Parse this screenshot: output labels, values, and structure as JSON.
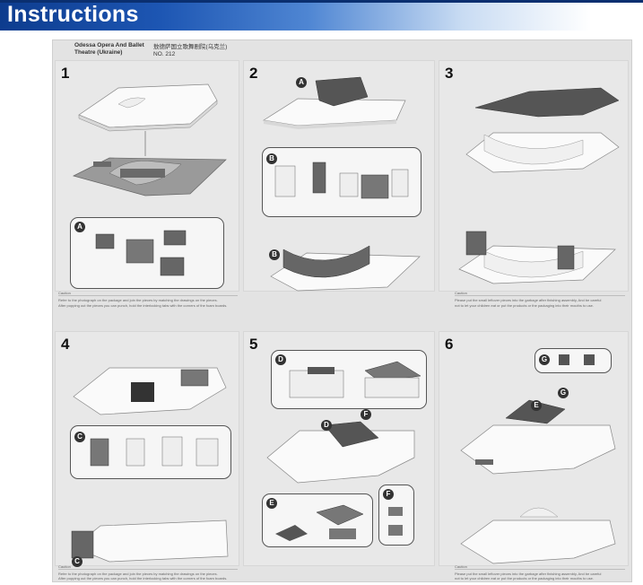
{
  "banner": {
    "title": "Instructions"
  },
  "header": {
    "model_name_line1": "Odessa Opera And Ballet",
    "model_name_line2": "Theatre (Ukraine)",
    "model_name_cn": "敖德萨国立歌舞剧院(乌克兰)",
    "model_no": "NO. 212"
  },
  "steps": [
    "1",
    "2",
    "3",
    "4",
    "5",
    "6"
  ],
  "callouts": {
    "A": "A",
    "B": "B",
    "C": "C",
    "D": "D",
    "E": "E",
    "F": "F",
    "G": "G"
  },
  "notes": {
    "caution_title": "Caution",
    "left_1": "Refer to the photograph on the package and join the pieces by matching the drawings on the pieces.",
    "left_2": "After popping out the pieces you can punch, hold the interlocking tabs with the corners of the foam boards.",
    "right_1": "Please put the small leftover pieces into the garbage after finishing assembly, And be careful",
    "right_2": "not to let your children eat or put the products or the packaging into their mouths to use."
  },
  "colors": {
    "banner_dark": "#0d3c8e",
    "banner_light": "#ffffff",
    "sheet": "#e3e3e3",
    "model_dark": "#555555"
  }
}
